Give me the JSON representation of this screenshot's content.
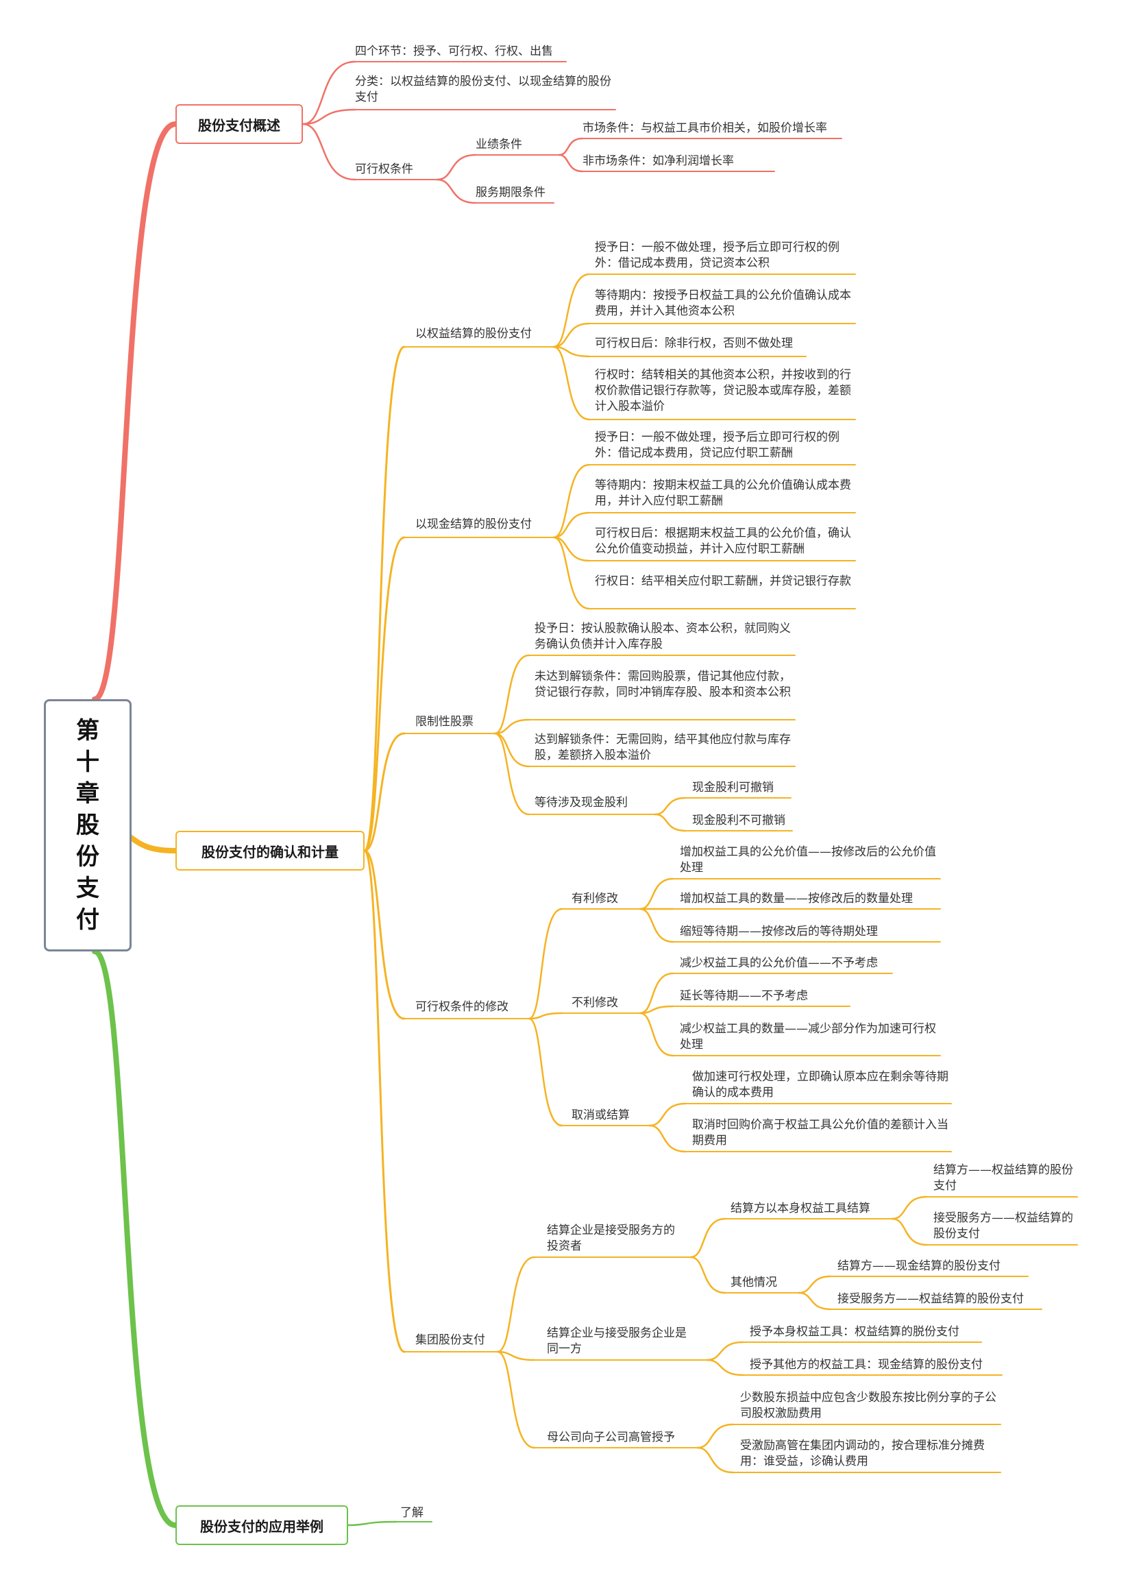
{
  "root": {
    "title": "第十章股份支付"
  },
  "sections": {
    "overview": {
      "title": "股份支付概述"
    },
    "recognition": {
      "title": "股份支付的确认和计量"
    },
    "application": {
      "title": "股份支付的应用举例"
    }
  },
  "colors": {
    "overview": "#f07167",
    "recognition": "#f5b323",
    "application": "#6cc24a",
    "root_border": "#7a8596"
  },
  "overview": {
    "four_links": "四个环节：授予、可行权、行权、出售",
    "classification": "分类：以权益结算的股份支付、以现金结算的股份支付",
    "vesting_conditions": "可行权条件",
    "performance": "业绩条件",
    "market": "市场条件：与权益工具市价相关，如股价增长率",
    "non_market": "非市场条件：如净利润增长率",
    "service_period": "服务期限条件"
  },
  "recognition": {
    "equity_settled": {
      "title": "以权益结算的股份支付",
      "grant": "授予日：一般不做处理，授予后立即可行权的例外：借记成本费用，贷记资本公积",
      "waiting": "等待期内：按授予日权益工具的公允价值确认成本费用，并计入其他资本公积",
      "after_vest": "可行权日后：除非行权，否则不做处理",
      "exercise": "行权时：结转相关的其他资本公积，并按收到的行权价款借记银行存款等，贷记股本或库存股，差额计入股本溢价"
    },
    "cash_settled": {
      "title": "以现金结算的股份支付",
      "grant": "授予日：一般不做处理，授予后立即可行权的例外：借记成本费用，贷记应付职工薪酬",
      "waiting": "等待期内：按期末权益工具的公允价值确认成本费用，并计入应付职工薪酬",
      "after_vest": "可行权日后：根据期末权益工具的公允价值，确认公允价值变动损益，并计入应付职工薪酬",
      "exercise": "行权日：结平相关应付职工薪酬，并贷记银行存款"
    },
    "restricted": {
      "title": "限制性股票",
      "grant": "投予日：按认股款确认股本、资本公积，就同购义务确认负债并计入库存股",
      "not_unlock": "未达到解锁条件：需回购股票，借记其他应付款，贷记银行存款，同时冲销库存股、股本和资本公积",
      "unlock": "达到解锁条件：无需回购，结平其他应付款与库存股，差额挤入股本溢价",
      "dividend": "等待涉及现金股利",
      "revocable": "现金股利可撤销",
      "irrevocable": "现金股利不可撤销"
    },
    "modification": {
      "title": "可行权条件的修改",
      "favorable": "有利修改",
      "fav1": "增加权益工具的公允价值——按修改后的公允价值处理",
      "fav2": "增加权益工具的数量——按修改后的数量处理",
      "fav3": "缩短等待期——按修改后的等待期处理",
      "unfavorable": "不利修改",
      "unf1": "减少权益工具的公允价值——不予考虑",
      "unf2": "延长等待期——不予考虑",
      "unf3": "减少权益工具的数量——减少部分作为加速可行权处理",
      "cancel": "取消或结算",
      "can1": "做加速可行权处理，立即确认原本应在剩余等待期确认的成本费用",
      "can2": "取消时回购价高于权益工具公允价值的差额计入当期费用"
    },
    "group": {
      "title": "集团股份支付",
      "investor": "结算企业是接受服务方的投资者",
      "own_equity": "结算方以本身权益工具结算",
      "oe1": "结算方——权益结算的股份支付",
      "oe2": "接受服务方——权益结算的股份支付",
      "other": "其他情况",
      "ot1": "结算方——现金结算的股份支付",
      "ot2": "接受服务方——权益结算的股份支付",
      "same": "结算企业与接受服务企业是同一方",
      "sm1": "授予本身权益工具：权益结算的脱份支付",
      "sm2": "授予其他方的权益工具：现金结算的股份支付",
      "parent": "母公司向子公司高管授予",
      "pa1": "少数股东损益中应包含少数股东按比例分享的子公司股权激励费用",
      "pa2": "受激励高管在集团内调动的，按合理标准分摊费用：谁受益，诊确认费用"
    }
  },
  "application": {
    "note": "了解"
  }
}
